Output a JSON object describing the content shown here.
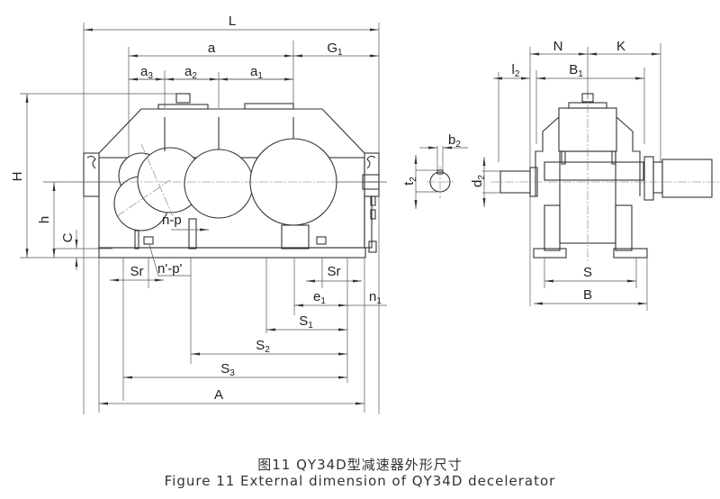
{
  "figure": {
    "caption_cn": "图11 QY34D型减速器外形尺寸",
    "caption_en": "Figure 11 External dimension of QY34D decelerator"
  },
  "front_view": {
    "dimensions": {
      "L": "L",
      "a": "a",
      "G1": {
        "base": "G",
        "sub": "1"
      },
      "a3": {
        "base": "a",
        "sub": "3"
      },
      "a2": {
        "base": "a",
        "sub": "2"
      },
      "a1": {
        "base": "a",
        "sub": "1"
      },
      "H": "H",
      "h": "h",
      "C": "C",
      "n_p": "n-p",
      "n_p_prime": "n'-p'",
      "Sr_left": "Sr",
      "Sr_right": "Sr",
      "e1": {
        "base": "e",
        "sub": "1"
      },
      "n1": {
        "base": "n",
        "sub": "1"
      },
      "S1": {
        "base": "S",
        "sub": "1"
      },
      "S2": {
        "base": "S",
        "sub": "2"
      },
      "S3": {
        "base": "S",
        "sub": "3"
      },
      "A": "A"
    }
  },
  "shaft_detail": {
    "dimensions": {
      "b2": {
        "base": "b",
        "sub": "2"
      },
      "t2": {
        "base": "t",
        "sub": "2"
      }
    }
  },
  "side_view": {
    "dimensions": {
      "N": "N",
      "K": "K",
      "l2": {
        "base": "l",
        "sub": "2"
      },
      "B1": {
        "base": "B",
        "sub": "1"
      },
      "d2": {
        "base": "d",
        "sub": "2"
      },
      "S": "S",
      "B": "B"
    }
  }
}
